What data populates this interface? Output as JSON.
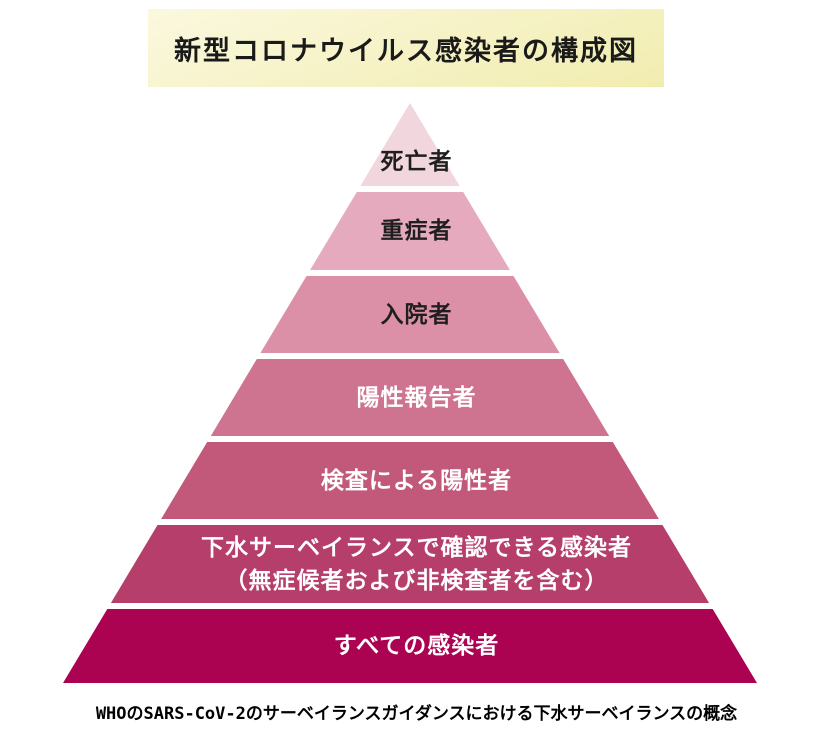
{
  "title": "新型コロナウイルス感染者の構成図",
  "caption": "WHOのSARS-CoV-2のサーベイランスガイダンスにおける下水サーベイランスの概念",
  "title_box": {
    "bg_top": "#FBF8DF",
    "bg_bottom": "#F1EDAF",
    "text_color": "#1a1a1a"
  },
  "layers": [
    {
      "name": "deaths",
      "lines": [
        "死亡者"
      ],
      "fill": "#F2D6DD",
      "text_color": "#1f1f1f"
    },
    {
      "name": "severe-cases",
      "lines": [
        "重症者"
      ],
      "fill": "#E5AABD",
      "text_color": "#1f1f1f"
    },
    {
      "name": "hospitalized",
      "lines": [
        "入院者"
      ],
      "fill": "#DC90A7",
      "text_color": "#1f1f1f"
    },
    {
      "name": "reported-positives",
      "lines": [
        "陽性報告者"
      ],
      "fill": "#CE7390",
      "text_color": "#ffffff"
    },
    {
      "name": "test-positives",
      "lines": [
        "検査による陽性者"
      ],
      "fill": "#C2597B",
      "text_color": "#ffffff"
    },
    {
      "name": "wastewater-detectable",
      "lines": [
        "下水サーベイランスで確認できる感染者",
        "（無症候者および非検査者を含む）"
      ],
      "fill": "#B53E6A",
      "text_color": "#ffffff"
    },
    {
      "name": "all-infected",
      "lines": [
        "すべての感染者"
      ],
      "fill": "#AB0351",
      "text_color": "#ffffff"
    }
  ]
}
